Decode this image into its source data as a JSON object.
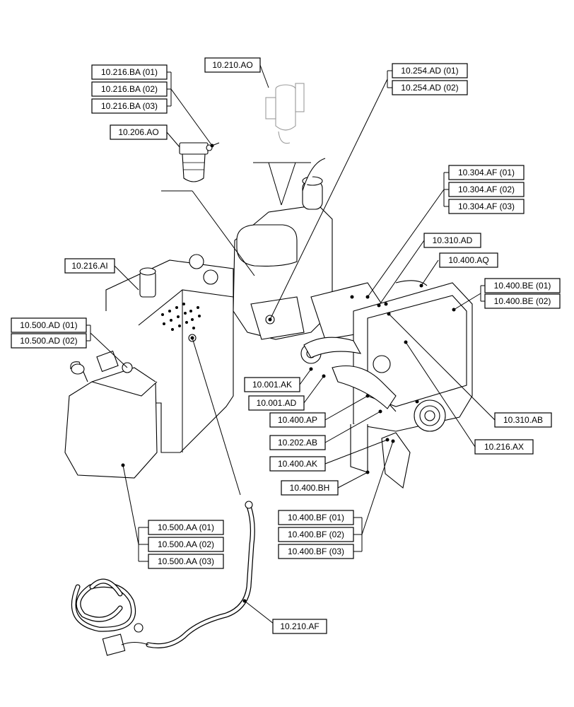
{
  "labels": {
    "l_216_ba_01": "10.216.BA (01)",
    "l_216_ba_02": "10.216.BA (02)",
    "l_216_ba_03": "10.216.BA (03)",
    "l_206_ao": "10.206.AO",
    "l_210_ao": "10.210.AO",
    "l_254_ad_01": "10.254.AD (01)",
    "l_254_ad_02": "10.254.AD (02)",
    "l_304_af_01": "10.304.AF (01)",
    "l_304_af_02": "10.304.AF (02)",
    "l_304_af_03": "10.304.AF (03)",
    "l_310_ad": "10.310.AD",
    "l_400_aq": "10.400.AQ",
    "l_400_be_01": "10.400.BE (01)",
    "l_400_be_02": "10.400.BE (02)",
    "l_216_ai": "10.216.AI",
    "l_500_ad_01": "10.500.AD (01)",
    "l_500_ad_02": "10.500.AD (02)",
    "l_001_ak": "10.001.AK",
    "l_001_ad": "10.001.AD",
    "l_400_ap": "10.400.AP",
    "l_310_ab": "10.310.AB",
    "l_202_ab": "10.202.AB",
    "l_216_ax": "10.216.AX",
    "l_400_ak": "10.400.AK",
    "l_400_bh": "10.400.BH",
    "l_400_bf_01": "10.400.BF (01)",
    "l_400_bf_02": "10.400.BF (02)",
    "l_400_bf_03": "10.400.BF (03)",
    "l_500_aa_01": "10.500.AA (01)",
    "l_500_aa_02": "10.500.AA (02)",
    "l_500_aa_03": "10.500.AA (03)",
    "l_210_af": "10.210.AF"
  }
}
